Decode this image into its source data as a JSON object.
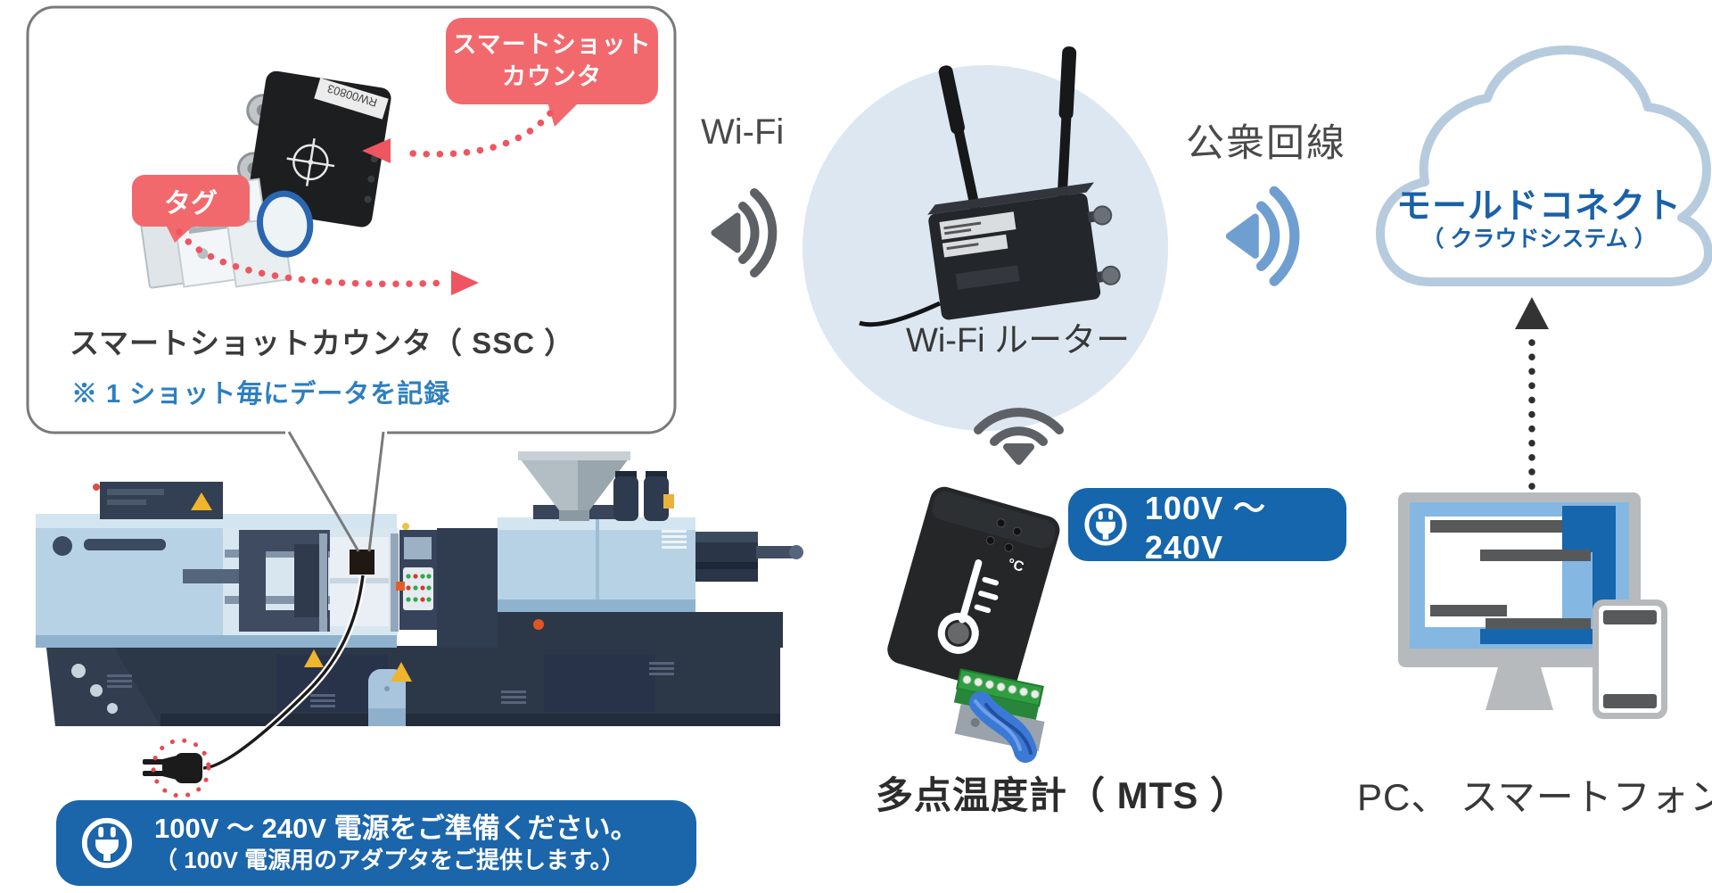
{
  "colors": {
    "accent_pink": "#F2696D",
    "accent_blue": "#1566AC",
    "cloud_text_blue": "#1A61A8",
    "note_blue": "#2E7FC0",
    "wifi_icon_gray": "#5D6166",
    "wifi_icon_blue": "#6F9ED1"
  },
  "ssc_panel": {
    "counter_badge_line1": "スマートショット",
    "counter_badge_line2": "カウンタ",
    "tag_badge": "タグ",
    "device_serial": "RW00803",
    "title": "スマートショットカウンタ（ SSC ）",
    "note": "※ 1 ショット毎にデータを記録"
  },
  "machine": {
    "power_note_line1": "100V ～ 240V 電源をご準備ください。",
    "power_note_line2": "（ 100V 電源用のアダプタをご提供します。）"
  },
  "wifi": {
    "label": "Wi-Fi"
  },
  "router": {
    "label": "Wi-Fi ルーター"
  },
  "public_line": {
    "label": "公衆回線"
  },
  "cloud": {
    "title": "モールドコネクト",
    "subtitle": "（ クラウドシステム ）"
  },
  "mts": {
    "label": "多点温度計（ MTS ）",
    "power_badge": "100V ～ 240V"
  },
  "client": {
    "label": "PC、 スマートフォン"
  }
}
